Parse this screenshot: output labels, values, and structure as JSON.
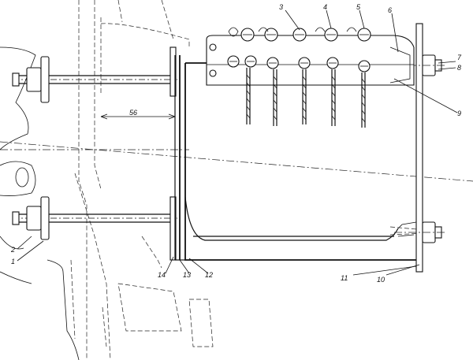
{
  "dimension": {
    "value": "56"
  },
  "callouts": [
    {
      "id": "1",
      "text": "1"
    },
    {
      "id": "2",
      "text": "2"
    },
    {
      "id": "3",
      "text": "3"
    },
    {
      "id": "4",
      "text": "4"
    },
    {
      "id": "5",
      "text": "5"
    },
    {
      "id": "6",
      "text": "6"
    },
    {
      "id": "7",
      "text": "7"
    },
    {
      "id": "8",
      "text": "8"
    },
    {
      "id": "9",
      "text": "9"
    },
    {
      "id": "10",
      "text": "10"
    },
    {
      "id": "11",
      "text": "11"
    },
    {
      "id": "12",
      "text": "12"
    },
    {
      "id": "13",
      "text": "13"
    },
    {
      "id": "14",
      "text": "14"
    }
  ]
}
